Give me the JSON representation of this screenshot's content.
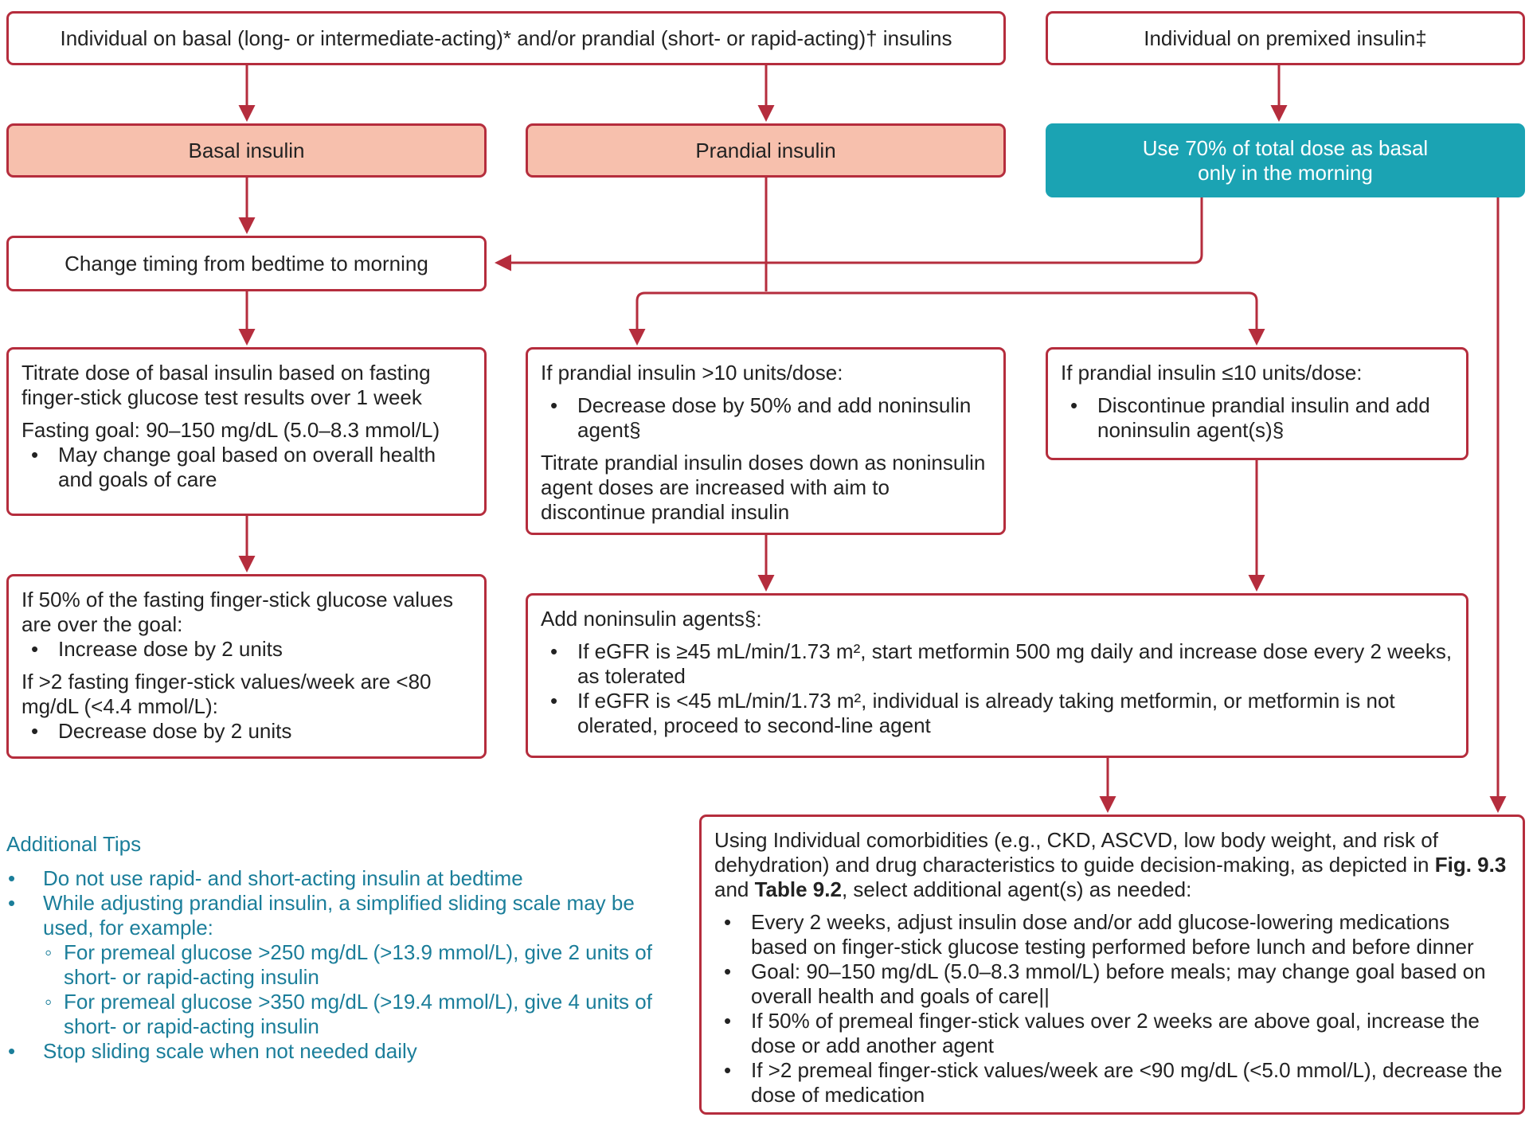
{
  "colors": {
    "line": "#b52d3d",
    "pink_fill": "#f7c0ad",
    "teal_fill": "#1ba3b3",
    "tips_text": "#1b7e9a"
  },
  "top": {
    "basal_prandial": "Individual on basal (long- or intermediate-acting)* and/or prandial (short- or rapid-acting)† insulins",
    "premixed": "Individual on premixed insulin‡"
  },
  "basal_insulin": "Basal insulin",
  "prandial_insulin": "Prandial insulin",
  "premixed_basal": {
    "line1": "Use 70% of total dose as basal",
    "line2": "only in the morning"
  },
  "timing": "Change timing from bedtime to morning",
  "titrate_basal": {
    "text": "Titrate dose of basal insulin based on fasting finger-stick glucose test results over 1 week",
    "goal": "Fasting goal: 90–150 mg/dL (5.0–8.3 mmol/L)",
    "bullet": "May change goal based on overall health and goals of care"
  },
  "prandial_high": {
    "heading": "If prandial insulin >10 units/dose:",
    "bullet": "Decrease dose by 50% and add noninsulin agent§",
    "text": "Titrate prandial insulin doses down as noninsulin agent doses are increased with aim to discontinue prandial insulin"
  },
  "prandial_low": {
    "heading": "If prandial insulin ≤10 units/dose:",
    "bullet": "Discontinue prandial insulin and add noninsulin agent(s)§"
  },
  "fasting_adjust": {
    "heading1": "If 50% of the fasting finger-stick glucose values are over the goal:",
    "bullet1": "Increase dose by 2 units",
    "heading2": "If >2 fasting finger-stick values/week are <80 mg/dL (<4.4 mmol/L):",
    "bullet2": "Decrease dose by 2 units"
  },
  "noninsulin": {
    "heading": "Add noninsulin agents§:",
    "bullet1": "If eGFR is ≥45 mL/min/1.73 m², start metformin 500 mg daily and increase dose every 2 weeks, as tolerated",
    "bullet2": "If eGFR is <45 mL/min/1.73 m², individual is already taking metformin, or metformin is not olerated, proceed to second-line agent"
  },
  "comorbid": {
    "text1": "Using Individual comorbidities (e.g., CKD, ASCVD, low body weight, and risk of dehydration) and drug characteristics to guide decision-making, as depicted in ",
    "ref1": "Fig. 9.3",
    "text2": " and ",
    "ref2": "Table 9.2",
    "text3": ", select additional agent(s) as needed:",
    "bullets": [
      "Every 2 weeks, adjust insulin dose and/or add glucose-lowering medications based on finger-stick glucose testing performed before lunch and before dinner",
      "Goal: 90–150 mg/dL (5.0–8.3 mmol/L) before meals; may change goal based on overall health and goals of care||",
      "If 50% of premeal finger-stick values over 2 weeks are above goal, increase the dose or add another agent",
      "If >2 premeal finger-stick values/week are <90 mg/dL (<5.0 mmol/L), decrease the dose of medication"
    ]
  },
  "tips": {
    "title": "Additional Tips",
    "item1": "Do not use rapid- and short-acting insulin at bedtime",
    "item2": "While adjusting prandial insulin, a simplified sliding scale may be used, for example:",
    "sub1": "For premeal glucose >250 mg/dL (>13.9 mmol/L), give 2 units of short- or rapid-acting insulin",
    "sub2": "For premeal glucose >350 mg/dL (>19.4 mmol/L), give 4 units of short- or rapid-acting insulin",
    "item3": "Stop sliding scale when not needed daily"
  }
}
